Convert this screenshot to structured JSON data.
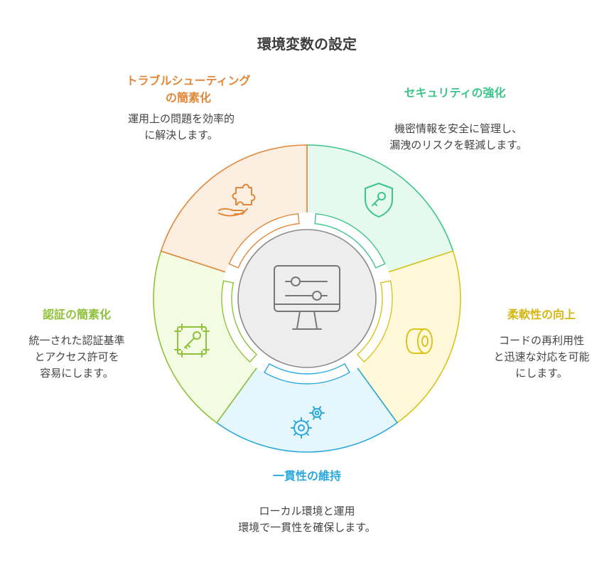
{
  "title": "環境変数の設定",
  "segments": [
    {
      "key": "security",
      "title": "セキュリティの強化",
      "desc1": "機密情報を安全に管理し、",
      "desc2": "漏洩のリスクを軽減します。",
      "color": "#3cc48a",
      "fill": "#e5f9ee",
      "icon": "shield-key-icon"
    },
    {
      "key": "flex",
      "title": "柔軟性の向上",
      "desc1": "コードの再利用性",
      "desc2": "と迅速な対応を可能",
      "desc3": "にします。",
      "color": "#dcc21b",
      "fill": "#fff9d9",
      "icon": "tape-roll-icon"
    },
    {
      "key": "consistency",
      "title": "一貫性の維持",
      "desc1": "ローカル環境と運用",
      "desc2": "環境で一貫性を確保します。",
      "color": "#2aa8dc",
      "fill": "#e6f6fd",
      "icon": "gears-icon"
    },
    {
      "key": "auth",
      "title": "認証の簡素化",
      "desc1": "統一された認証基準",
      "desc2": "とアクセス許可を",
      "desc3": "容易にします。",
      "color": "#8fc23a",
      "fill": "#f3fbe3",
      "icon": "key-frame-icon"
    },
    {
      "key": "trouble",
      "title1": "トラブルシューティング",
      "title2": "の簡素化",
      "desc1": "運用上の問題を効率的",
      "desc2": "に解決します。",
      "color": "#e0883a",
      "fill": "#fdeee2",
      "icon": "puzzle-hand-icon"
    }
  ],
  "center": {
    "icon": "monitor-sliders-icon",
    "stroke": "#8a8a8a",
    "fill": "#ededed"
  }
}
